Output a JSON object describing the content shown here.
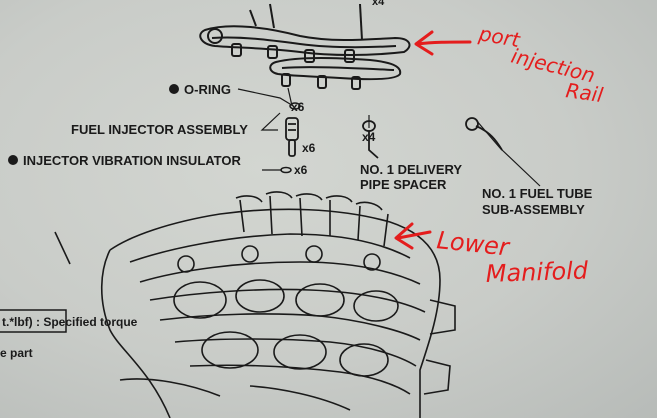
{
  "labels": {
    "x4_top": "x4",
    "o_ring": "O-RING",
    "x6_o_ring": "x6",
    "fuel_injector_assembly": "FUEL INJECTOR ASSEMBLY",
    "x6_injector": "x6",
    "injector_vibration_insulator": "INJECTOR VIBRATION INSULATOR",
    "x6_insulator": "x6",
    "x4_spacer": "x4",
    "delivery_pipe_spacer_line1": "NO. 1 DELIVERY",
    "delivery_pipe_spacer_line2": "PIPE SPACER",
    "fuel_tube_line1": "NO. 1 FUEL TUBE",
    "fuel_tube_line2": "SUB-ASSEMBLY",
    "torque_legend": "t.*lbf) : Specified torque",
    "part_legend": "e part"
  },
  "annotations": {
    "rail_line1": "port",
    "rail_line2": "injection",
    "rail_line3": "Rail",
    "manifold_line1": "Lower",
    "manifold_line2": "Manifold"
  },
  "colors": {
    "ink": "#1a1a1a",
    "annotation": "#e41d1d",
    "paper": "#c9ccc8"
  }
}
